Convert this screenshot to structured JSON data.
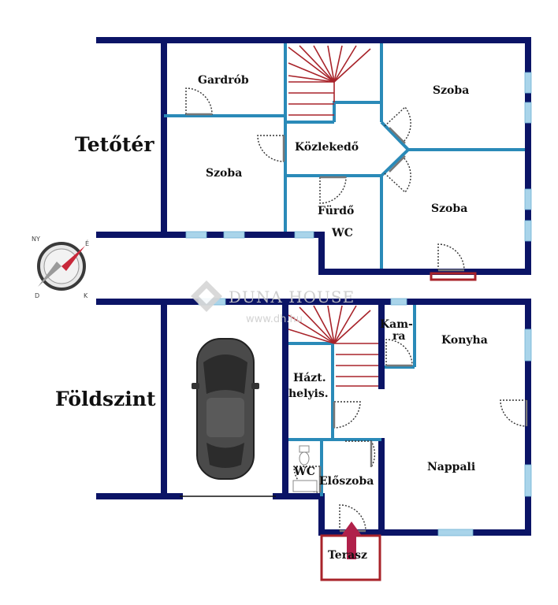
{
  "floors": {
    "upper": "Tetőtér",
    "ground": "Földszint"
  },
  "rooms": {
    "gardrob": "Gardrób",
    "szoba_upper_right": "Szoba",
    "szoba_left": "Szoba",
    "kozlekedo": "Közlekedő",
    "szoba_lower_right": "Szoba",
    "furdo": "Fürdő",
    "wc_upper": "WC",
    "kamra_1": "Kam-",
    "kamra_2": "ra",
    "konyha": "Konyha",
    "haztart_1": "Házt.",
    "haztart_2": "helyis.",
    "wc_ground": "WC",
    "eloszoba": "Előszoba",
    "nappali": "Nappali",
    "terasz": "Terasz"
  },
  "watermark": {
    "brand": "DUNA HOUSE",
    "url": "www.dh.hu"
  },
  "compass": {
    "n": "É",
    "k": "K",
    "d": "D",
    "ny": "NY"
  },
  "colors": {
    "outer_wall": "#0b1466",
    "inner_wall": "#2a8ab8",
    "stairs": "#a8232a",
    "window": "#a9d4ea"
  }
}
